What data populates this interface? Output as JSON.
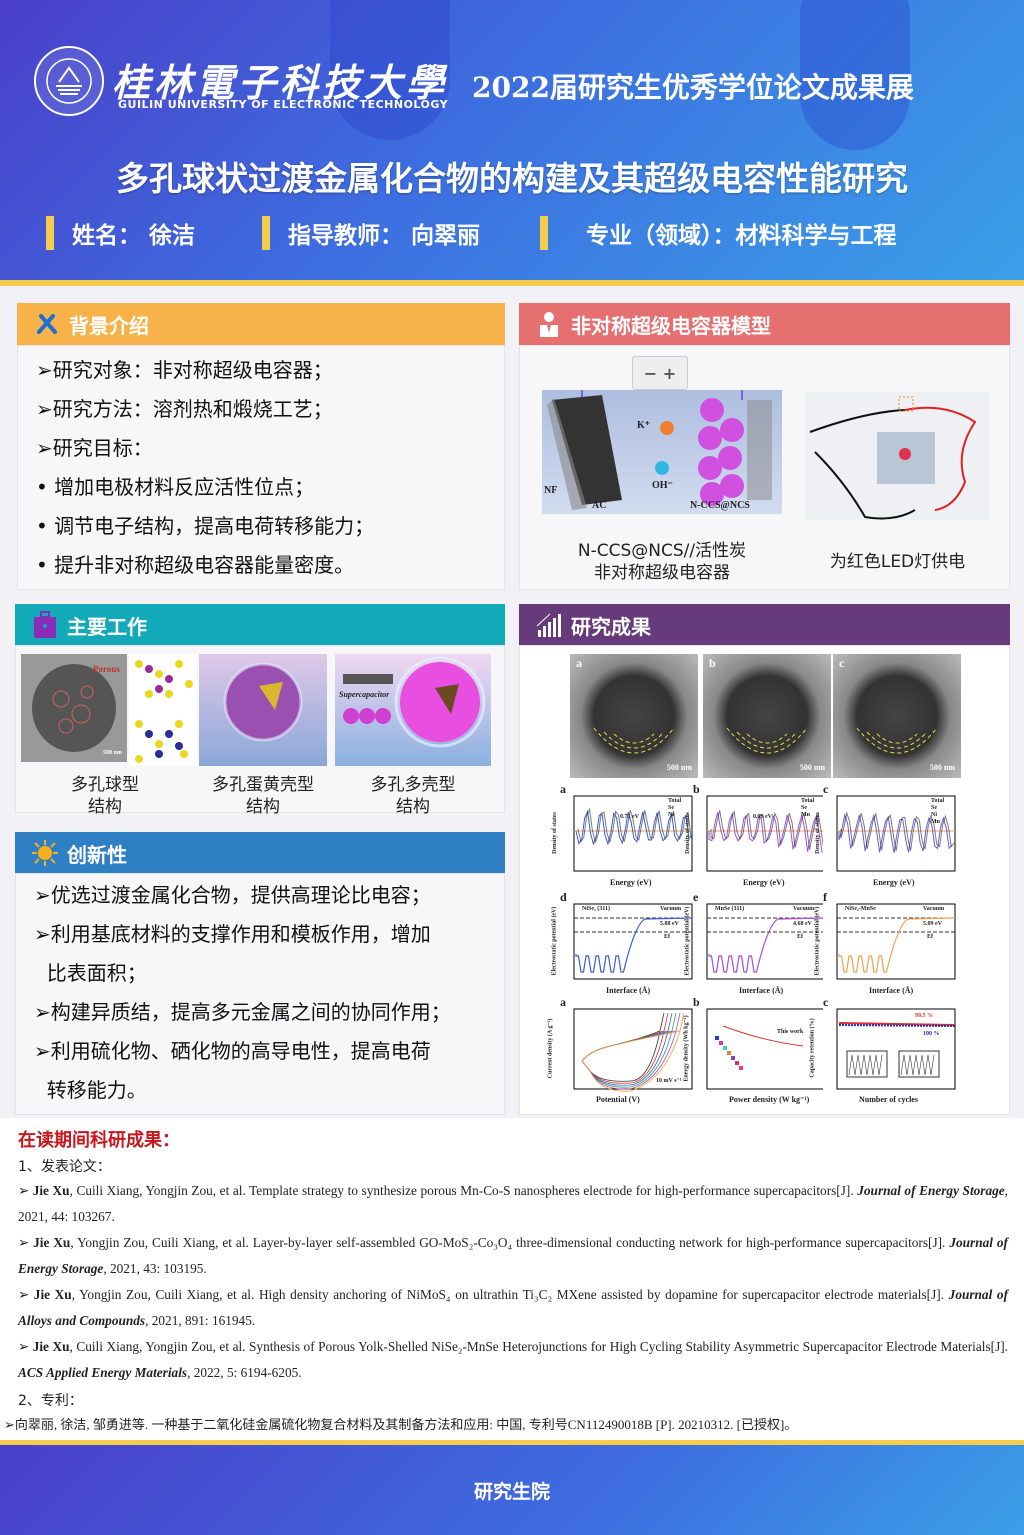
{
  "header": {
    "university_cn": "桂林電子科技大學",
    "university_en": "GUILIN UNIVERSITY OF ELECTRONIC TECHNOLOGY",
    "exhibition": "2022届研究生优秀学位论文成果展",
    "title": "多孔球状过渡金属化合物的构建及其超级电容性能研究",
    "name": "姓名： 徐洁",
    "advisor": "指导教师： 向翠丽",
    "major": "专业（领域）：材料科学与工程"
  },
  "background": {
    "title": "背景介绍",
    "items": [
      "➢研究对象：非对称超级电容器；",
      "➢研究方法：溶剂热和煅烧工艺；",
      "➢研究目标：",
      "• 增加电极材料反应活性位点；",
      "• 调节电子结构，提高电荷转移能力；",
      "• 提升非对称超级电容器能量密度。"
    ]
  },
  "model": {
    "title": "非对称超级电容器模型",
    "diagram_labels": {
      "kplus": "K⁺",
      "oh": "OH⁻",
      "nf": "NF",
      "ac": "AC",
      "nccs": "N-CCS@NCS",
      "battery": "− +"
    },
    "caption_left_1": "N-CCS@NCS//活性炭",
    "caption_left_2": "非对称超级电容器",
    "caption_right": "为红色LED灯供电"
  },
  "work": {
    "title": "主要工作",
    "porous_label": "Porous",
    "scale": "500 nm",
    "supercap_label": "Supercapacitor",
    "items": [
      {
        "l1": "多孔球型",
        "l2": "结构"
      },
      {
        "l1": "多孔蛋黄壳型",
        "l2": "结构"
      },
      {
        "l1": "多孔多壳型",
        "l2": "结构"
      }
    ]
  },
  "innovation": {
    "title": "创新性",
    "items": [
      "➢优选过渡金属化合物，提供高理论比电容；",
      "➢利用基底材料的支撑作用和模板作用，增加",
      "  比表面积；",
      "➢构建异质结，提高多元金属之间的协同作用；",
      "➢利用硫化物、硒化物的高导电性，提高电荷",
      "  转移能力。"
    ]
  },
  "results": {
    "title": "研究成果",
    "tem": [
      {
        "label": "a",
        "scale": "500 nm"
      },
      {
        "label": "b",
        "scale": "500 nm"
      },
      {
        "label": "c",
        "scale": "500 nm"
      }
    ],
    "dos": [
      {
        "label": "a",
        "xlabel": "Energy (eV)",
        "ylabel": "Density of states",
        "legend": [
          "Total",
          "Se",
          "Ni"
        ],
        "gap": "0.71 eV",
        "color": "#3b5bd6"
      },
      {
        "label": "b",
        "xlabel": "Energy (eV)",
        "ylabel": "Density of states",
        "legend": [
          "Total",
          "Se",
          "Mn"
        ],
        "gap": "0.99 eV",
        "color": "#a24de0"
      },
      {
        "label": "c",
        "xlabel": "Energy (eV)",
        "ylabel": "Density of states",
        "legend": [
          "Total",
          "Se",
          "Ni",
          "Mn"
        ],
        "gap": "",
        "color": "#6a5be0"
      }
    ],
    "potential": [
      {
        "label": "d",
        "name": "NiSe₂ (311)",
        "wf": "5.88 eV",
        "xlabel": "Interface (Å)",
        "ylabel": "Electrostatic potential (eV)",
        "color": "#3b5bd6"
      },
      {
        "label": "e",
        "name": "MnSe (311)",
        "wf": "4.68 eV",
        "xlabel": "Interface (Å)",
        "ylabel": "Electrostatic potential (eV)",
        "color": "#a24de0"
      },
      {
        "label": "f",
        "name": "NiSe₂-MnSe",
        "wf": "5.09 eV",
        "xlabel": "Interface (Å)",
        "ylabel": "Electrostatic potential (eV)",
        "color": "#f0a050"
      }
    ],
    "vacuum": "Vacuum",
    "ef": "Ef",
    "perf": [
      {
        "label": "a",
        "xlabel": "Potential (V)",
        "ylabel": "Current density (A g⁻¹)",
        "note": "10 mV s⁻¹"
      },
      {
        "label": "b",
        "xlabel": "Power density (W kg⁻¹)",
        "ylabel": "Energy density (Wh kg⁻¹)",
        "note": "This work"
      },
      {
        "label": "c",
        "xlabel": "Number of cycles",
        "ylabel": "Capacity retention (%)",
        "note": "99.5 %",
        "note2": "100 %"
      }
    ]
  },
  "achievements": {
    "title": "在读期间科研成果：",
    "papers_heading": "1、发表论文：",
    "patents_heading": "2、专利：",
    "papers": [
      {
        "author": "Jie Xu",
        "rest": ", Cuili Xiang, Yongjin Zou, et al. Template strategy to synthesize porous Mn-Co-S nanospheres electrode for high-performance supercapacitors[J]. ",
        "journal": "Journal of Energy Storage",
        "tail": ", 2021, 44: 103267."
      },
      {
        "author": "Jie Xu",
        "rest": ", Yongjin Zou, Cuili Xiang, et al. Layer-by-layer self-assembled GO-MoS₂-Co₃O₄ three-dimensional conducting network for high-performance supercapacitors[J]. ",
        "journal": "Journal of Energy Storage",
        "tail": ", 2021, 43: 103195."
      },
      {
        "author": "Jie Xu",
        "rest": ", Yongjin Zou, Cuili Xiang, et al. High density anchoring of NiMoS₄ on ultrathin Ti₃C₂ MXene assisted by dopamine for supercapacitor electrode materials[J]. ",
        "journal": "Journal of Alloys and Compounds",
        "tail": ", 2021, 891: 161945."
      },
      {
        "author": "Jie Xu",
        "rest": ", Cuili Xiang, Yongjin Zou, et al. Synthesis of Porous Yolk-Shelled NiSe₂-MnSe Heterojunctions for High Cycling Stability Asymmetric Supercapacitor Electrode Materials[J]. ",
        "journal": "ACS Applied Energy Materials",
        "tail": ", 2022, 5: 6194-6205."
      }
    ],
    "patent": "➢向翠丽, 徐洁, 邹勇进等. 一种基于二氧化硅金属硫化物复合材料及其制备方法和应用: 中国, 专利号CN112490018B [P]. 20210312. [已授权]。"
  },
  "footer": {
    "org": "研究生院"
  },
  "colors": {
    "orange": "#f7b24a",
    "red": "#e66f70",
    "teal": "#12a9b9",
    "purple": "#673a7b",
    "blue": "#2f7fc4",
    "yellow": "#f6cc4e"
  }
}
